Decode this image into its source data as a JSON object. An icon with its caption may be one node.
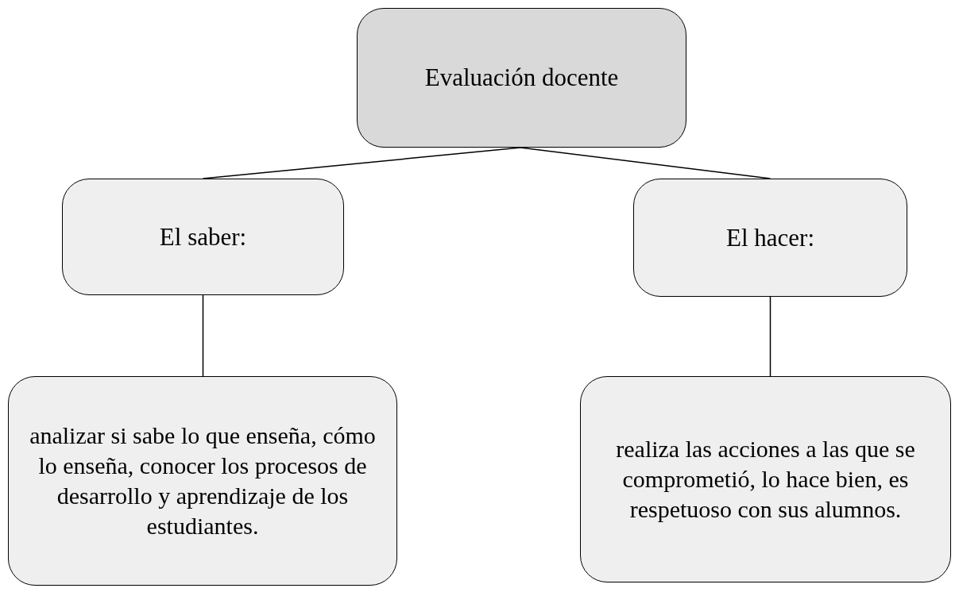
{
  "diagram": {
    "nodes": [
      {
        "text": [
          "Evaluación docente"
        ]
      },
      {
        "text": [
          "El saber:"
        ]
      },
      {
        "text": [
          "El hacer:"
        ]
      },
      {
        "text": [
          "analizar si sabe lo que enseña, cómo lo enseña, conocer los procesos de desarrollo y aprendizaje de los estudiantes."
        ]
      },
      {
        "text": [
          "realiza las acciones a las que se comprometió, lo hace bien, es respetuoso con sus alumnos."
        ]
      }
    ],
    "edges": [
      {
        "from": 0,
        "to": 1,
        "arrow": "none"
      },
      {
        "from": 0,
        "to": 2,
        "arrow": "none"
      },
      {
        "from": 1,
        "to": 3,
        "arrow": "none"
      },
      {
        "from": 2,
        "to": 4,
        "arrow": "none"
      }
    ]
  }
}
